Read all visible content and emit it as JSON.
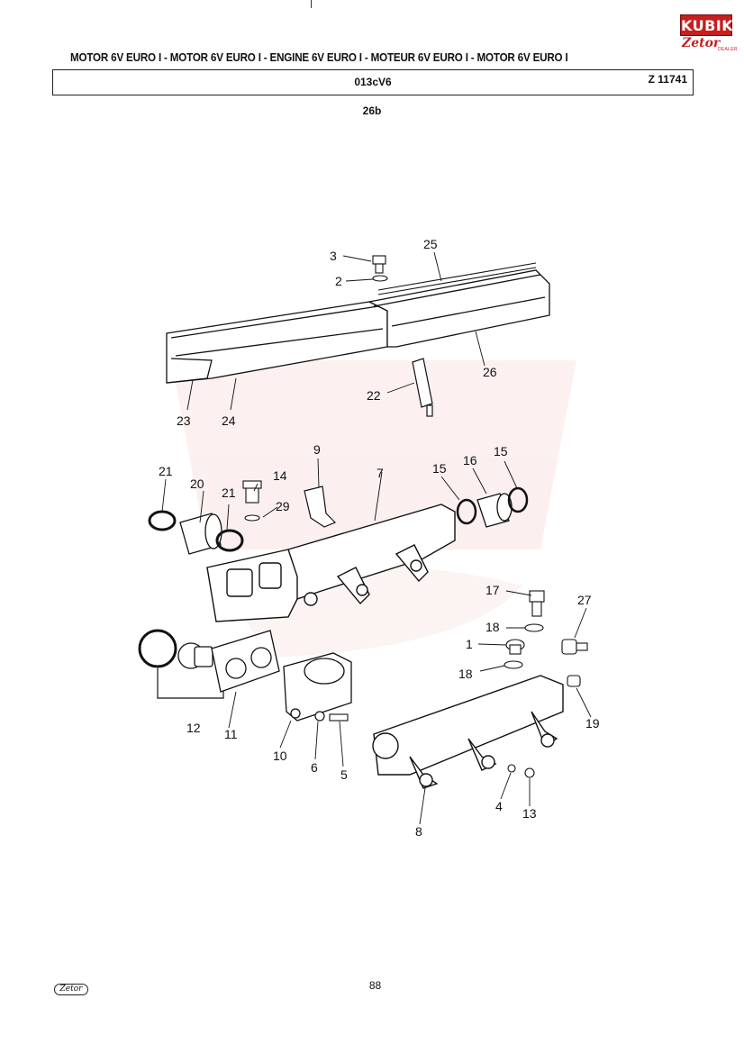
{
  "header": {
    "title_line": "MOTOR 6V EURO I - MOTOR 6V EURO I - ENGINE 6V EURO I - MOTEUR 6V EURO I - MOTOR 6V EURO I",
    "group_code": "013cV6",
    "part_ref": "Z 11741",
    "section": "26b"
  },
  "logo": {
    "top_text": "KUBIK",
    "brand_text": "Zetor",
    "sub_text": "DEALER"
  },
  "footer": {
    "page_number": "88",
    "brand_mark": "Zetor"
  },
  "callouts": {
    "c1": "1",
    "c2": "2",
    "c3": "3",
    "c4": "4",
    "c5": "5",
    "c6": "6",
    "c7": "7",
    "c8": "8",
    "c9": "9",
    "c10": "10",
    "c11": "11",
    "c12": "12",
    "c13": "13",
    "c14": "14",
    "c15a": "15",
    "c15b": "15",
    "c16": "16",
    "c17": "17",
    "c18a": "18",
    "c18b": "18",
    "c19": "19",
    "c20": "20",
    "c21a": "21",
    "c21b": "21",
    "c22": "22",
    "c23": "23",
    "c24": "24",
    "c25": "25",
    "c26": "26",
    "c27": "27",
    "c29": "29"
  },
  "colors": {
    "ink": "#111111",
    "logo_red": "#c81e1e",
    "watermark": "#f3c9c9"
  }
}
